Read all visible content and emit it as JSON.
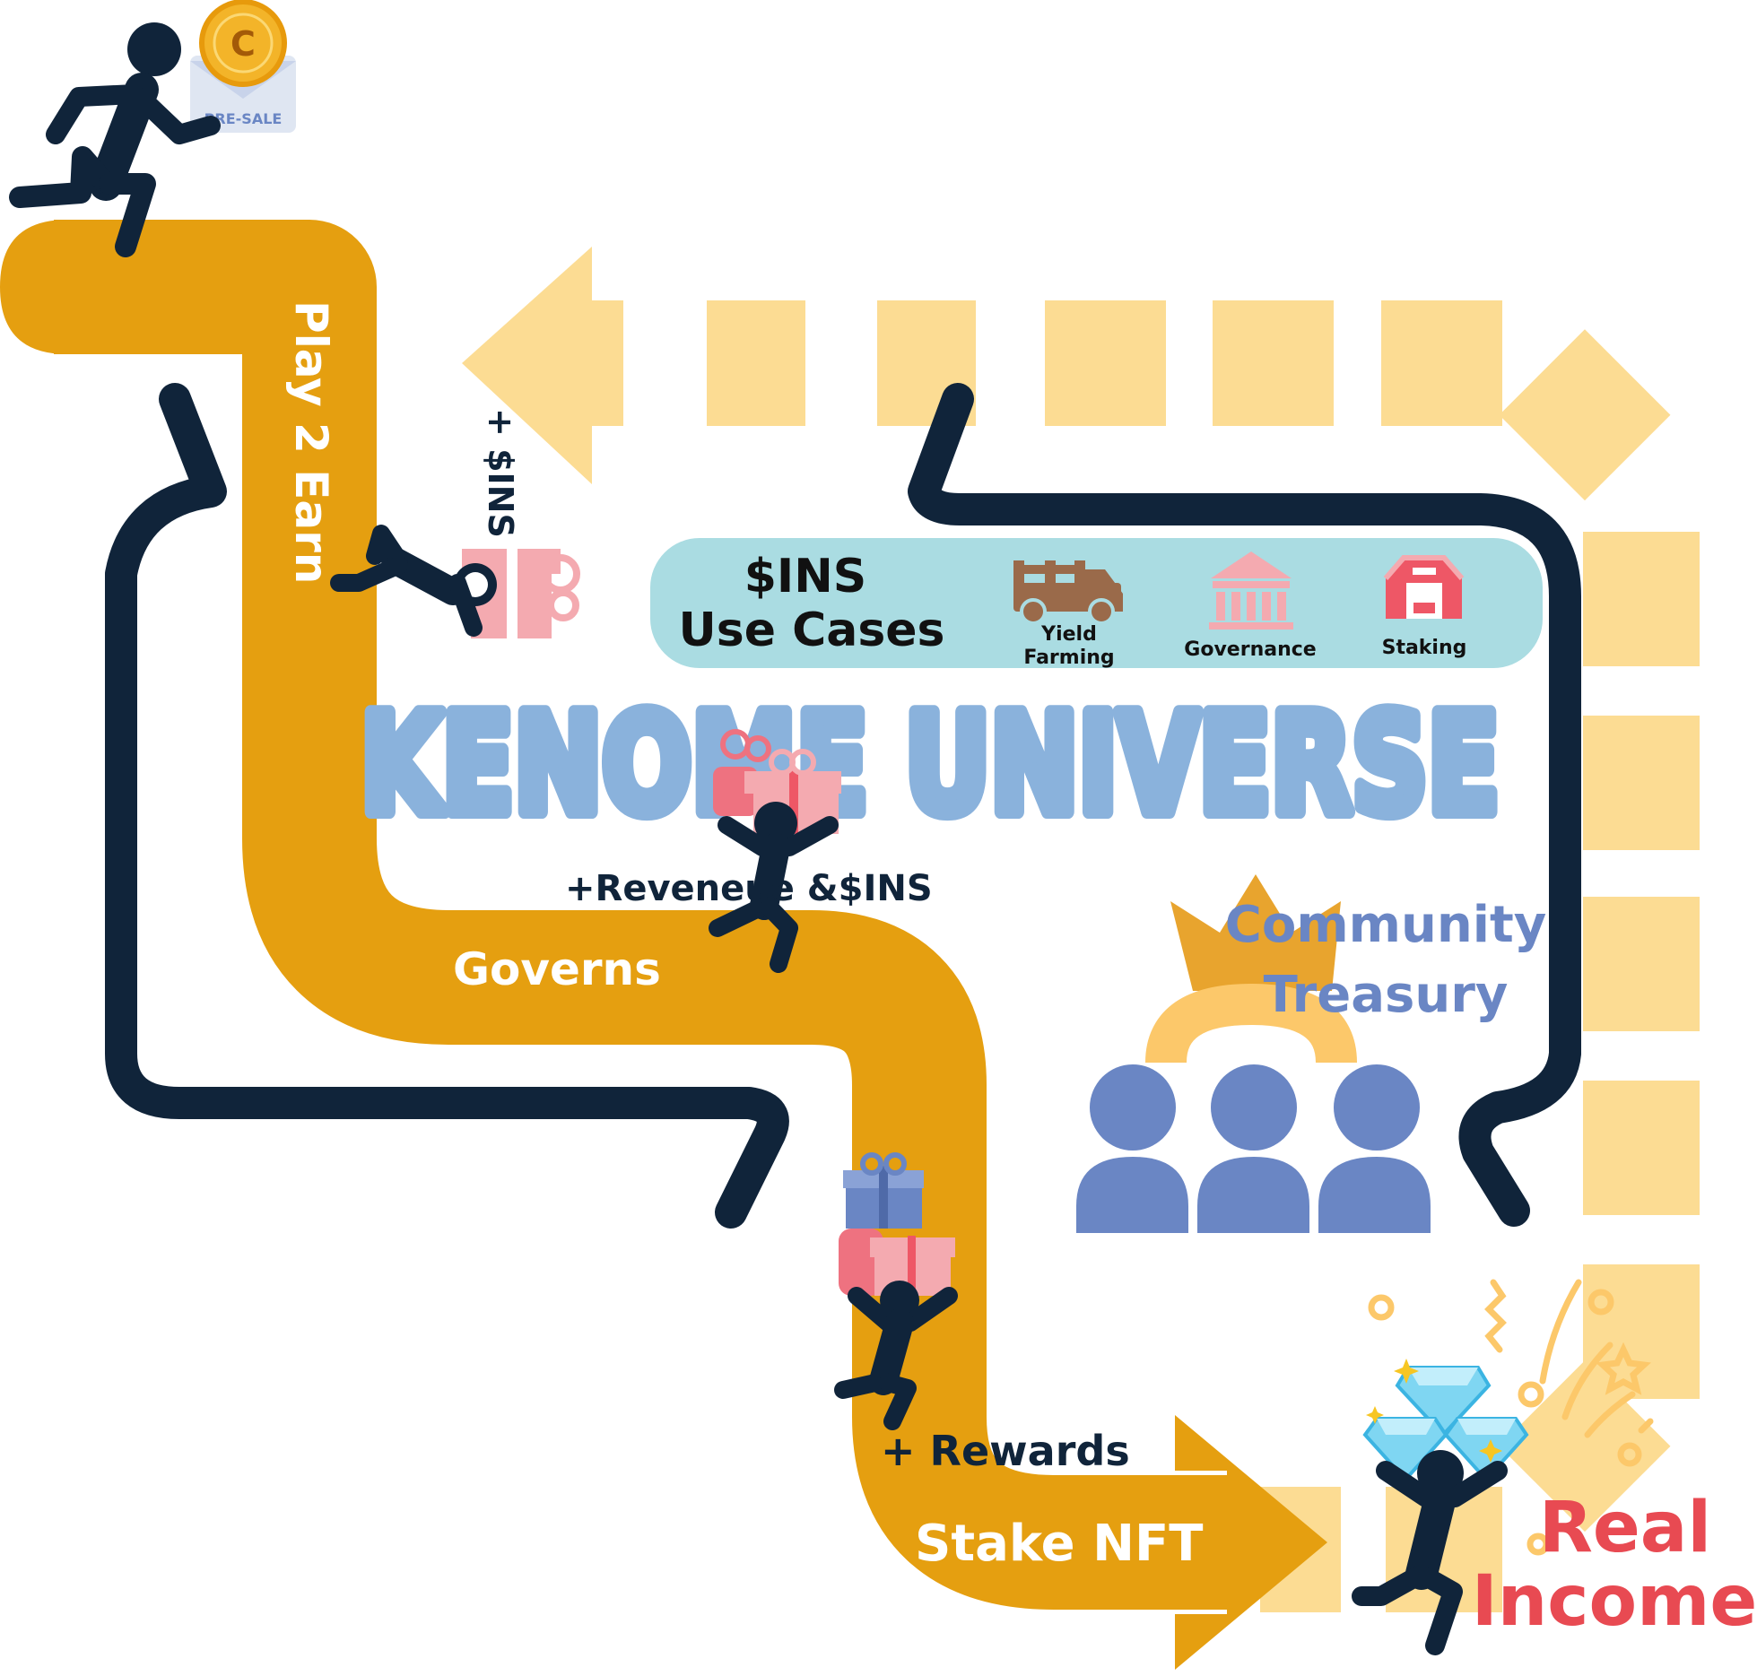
{
  "presale": {
    "coin_letter": "C",
    "label": "PRE-SALE"
  },
  "path_labels": {
    "play2earn": "Play 2 Earn",
    "governs": "Governs",
    "stake_nft": "Stake NFT"
  },
  "gains": {
    "ins": "+ $INS",
    "revenue": "+Reveneue &$INS",
    "rewards": "+ Rewards"
  },
  "use_cases": {
    "title_line1": "$INS",
    "title_line2": "Use Cases",
    "items": [
      {
        "line1": "Yield",
        "line2": "Farming",
        "icon": "truck-icon"
      },
      {
        "line1": "Governance",
        "line2": "",
        "icon": "bank-icon"
      },
      {
        "line1": "Staking",
        "line2": "",
        "icon": "barn-icon"
      }
    ]
  },
  "main_title": "KENOME UNIVERSE",
  "treasury": {
    "line1": "Community",
    "line2": "Treasury"
  },
  "real_income": {
    "line1": "Real",
    "line2": "Income"
  },
  "colors": {
    "path": "#e59f10",
    "arrow_light": "#fcdc93",
    "outline": "#10243a",
    "title": "#8ab2dc",
    "panel": "#aadce2",
    "people": "#6a86c4",
    "income": "#e84a52",
    "gift_pink": "#f4aab0",
    "gift_blue": "#6a86c4"
  }
}
